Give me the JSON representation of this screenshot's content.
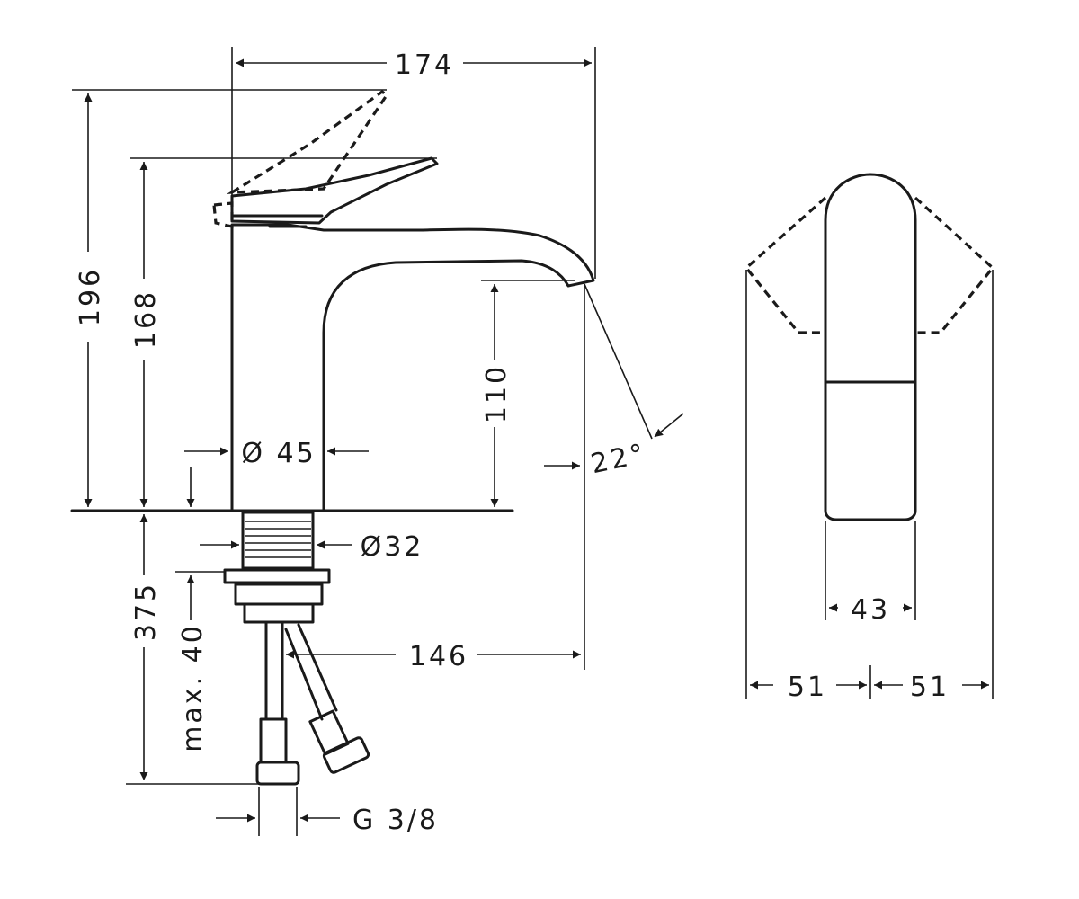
{
  "dimensions": {
    "width_174": "174",
    "height_196": "196",
    "height_168": "168",
    "height_110": "110",
    "diameter_45": "Ø 45",
    "angle_22": "22°",
    "diameter_32": "Ø32",
    "height_375": "375",
    "max_40": "max. 40",
    "reach_146": "146",
    "thread_g38": "G 3/8",
    "width_43": "43",
    "left_51": "51",
    "right_51": "51"
  }
}
